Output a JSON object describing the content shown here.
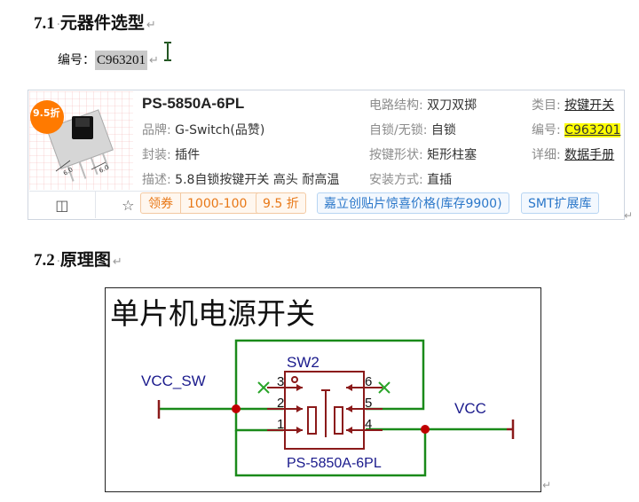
{
  "section1": {
    "number": "7.1",
    "title": "元器件选型"
  },
  "code_line": {
    "label": "编号：",
    "value": "C963201"
  },
  "product": {
    "name": "PS-5850A-6PL",
    "discount_corner": "9.5折",
    "brand_label": "品牌:",
    "brand": "G-Switch(品赞)",
    "package_label": "封装:",
    "package": "插件",
    "desc_label": "描述:",
    "desc": "5.8自锁按键开关 高头 耐高温",
    "circuit_label": "电路结构:",
    "circuit": "双刀双掷",
    "lock_label": "自锁/无锁:",
    "lock": "自锁",
    "shape_label": "按键形状:",
    "shape": "矩形柱塞",
    "mount_label": "安装方式:",
    "mount": "直插",
    "category_label": "类目:",
    "category": "按键开关",
    "code_label": "编号:",
    "code": "C963201",
    "detail_label": "详细:",
    "detail": "数据手册",
    "coupon_label": "领券",
    "coupon_value": "1000-100",
    "discount_badge": "9.5 折",
    "promo": "嘉立创贴片惊喜价格(库存9900)",
    "smt": "SMT扩展库",
    "compare_icon": "compare-icon",
    "favorite_icon": "star-icon"
  },
  "section2": {
    "number": "7.2",
    "title": "原理图"
  },
  "schematic": {
    "title": "单片机电源开关",
    "ref": "SW2",
    "part": "PS-5850A-6PL",
    "net_left": "VCC_SW",
    "net_right": "VCC",
    "pins_left": [
      "3",
      "2",
      "1"
    ],
    "pins_right": [
      "6",
      "5",
      "4"
    ],
    "colors": {
      "wire": "#1a8a1a",
      "body": "#8b1a1a",
      "text": "#1a1a8c",
      "junction": "#c00000",
      "noconnect": "#2aa52a"
    }
  }
}
